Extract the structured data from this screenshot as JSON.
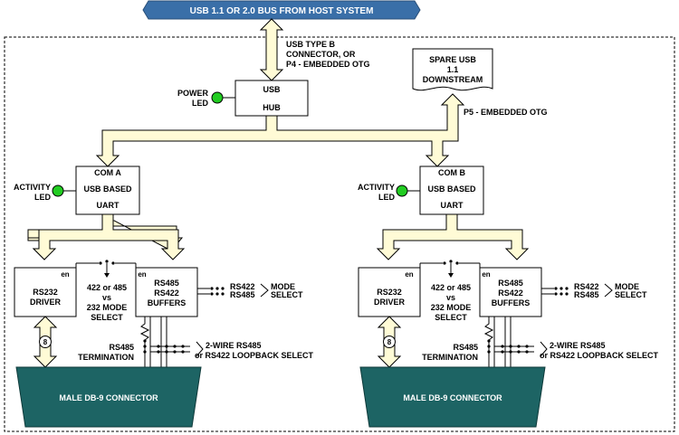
{
  "host_bus": {
    "label": "USB 1.1 OR 2.0 BUS FROM HOST SYSTEM"
  },
  "connector_note": {
    "lines": [
      "USB TYPE B",
      "CONNECTOR, OR",
      "P4 - EMBEDDED OTG"
    ]
  },
  "hub": {
    "line1": "USB",
    "line2": "HUB"
  },
  "power_led": {
    "line1": "POWER",
    "line2": "LED"
  },
  "spare_usb": {
    "lines": [
      "SPARE USB",
      "1.1",
      "DOWNSTREAM"
    ]
  },
  "p5_note": "P5 - EMBEDDED OTG",
  "channels": [
    {
      "activity_led": {
        "line1": "ACTIVITY",
        "line2": "LED"
      },
      "uart": {
        "line1": "COM A",
        "line2": "USB BASED",
        "line3": "UART"
      },
      "rs232": {
        "line1": "RS232",
        "line2": "DRIVER",
        "en": "en"
      },
      "mode_note": {
        "lines": [
          "422 or 485",
          "vs",
          "232 MODE",
          "SELECT"
        ]
      },
      "rs485": {
        "line1": "RS485",
        "line2": "RS422",
        "line3": "BUFFERS",
        "en": "en"
      },
      "mode_select": {
        "opt1": "RS422",
        "opt2": "RS485",
        "line1": "MODE",
        "line2": "SELECT"
      },
      "bus_width": "8",
      "termination": {
        "line1": "RS485",
        "line2": "TERMINATION"
      },
      "loopback": {
        "line1": "2-WIRE RS485",
        "line2": "or RS422 LOOPBACK SELECT"
      },
      "db9": "MALE DB-9 CONNECTOR"
    },
    {
      "activity_led": {
        "line1": "ACTIVITY",
        "line2": "LED"
      },
      "uart": {
        "line1": "COM B",
        "line2": "USB BASED",
        "line3": "UART"
      },
      "rs232": {
        "line1": "RS232",
        "line2": "DRIVER",
        "en": "en"
      },
      "mode_note": {
        "lines": [
          "422 or 485",
          "vs",
          "232 MODE",
          "SELECT"
        ]
      },
      "rs485": {
        "line1": "RS485",
        "line2": "RS422",
        "line3": "BUFFERS",
        "en": "en"
      },
      "mode_select": {
        "opt1": "RS422",
        "opt2": "RS485",
        "line1": "MODE",
        "line2": "SELECT"
      },
      "bus_width": "8",
      "termination": {
        "line1": "RS485",
        "line2": "TERMINATION"
      },
      "loopback": {
        "line1": "2-WIRE RS485",
        "line2": "or RS422 LOOPBACK SELECT"
      },
      "db9": "MALE DB-9 CONNECTOR"
    }
  ],
  "colors": {
    "host_bus_fill": "#3a6fa8",
    "host_bus_text": "#ffffff",
    "bus_fill": "#fffbd6",
    "led_green": "#22cc22",
    "db9_fill": "#1d6464",
    "db9_text": "#ffffff"
  }
}
